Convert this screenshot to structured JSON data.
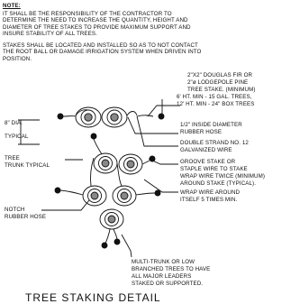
{
  "note": {
    "heading": "NOTE:",
    "lines": [
      "IT SHALL BE THE RESPONSIBILITY OF THE CONTRACTOR TO",
      "DETERMINE THE NEED TO INCREASE THE QUANTITY, HEIGHT AND",
      "DIAMETER OF TREE STAKES TO PROVIDE MAXIMUM SUPPORT AND",
      "INSURE STABILITY OF ALL TREES."
    ]
  },
  "placement_note": {
    "lines": [
      "STAKES SHALL BE LOCATED AND INSTALLED SO AS TO NOT CONTACT",
      "THE ROOT BALL OR DAMAGE IRRIGATION SYSTEM WHEN DRIVEN INTO",
      "POSITION."
    ]
  },
  "labels": {
    "dia": [
      "8\" DIA.",
      "TYPICAL"
    ],
    "stake": [
      "2\"X2\" DOUGLAS FIR OR",
      "2\"ø LODGEPOLE PINE",
      "TREE STAKE. (MINIMUM)",
      "6' HT. MIN - 15 GAL. TREES,",
      "12' HT. MIN - 24\" BOX TREES"
    ],
    "hose": [
      "1/2\" INSIDE DIAMETER",
      "RUBBER HOSE"
    ],
    "wire": [
      "DOUBLE STRAND NO. 12",
      "GALVANIZED WIRE"
    ],
    "trunk": [
      "TREE",
      "TRUNK TYPICAL"
    ],
    "groove": [
      "GROOVE STAKE OR",
      "STAPLE WIRE TO STAKE",
      "WRAP WIRE TWICE (MINIMUM)",
      "AROUND STAKE (TYPICAL)."
    ],
    "wrap": [
      "WRAP WIRE AROUND",
      "ITSELF 5 TIMES MIN."
    ],
    "notch": [
      "NOTCH",
      "RUBBER HOSE"
    ],
    "multi": [
      "MULTI-TRUNK OR LOW",
      "BRANCHED TREES TO HAVE",
      "ALL MAJOR LEADERS",
      "STAKED OR SUPPORTED."
    ]
  },
  "title": "TREE STAKING DETAIL"
}
